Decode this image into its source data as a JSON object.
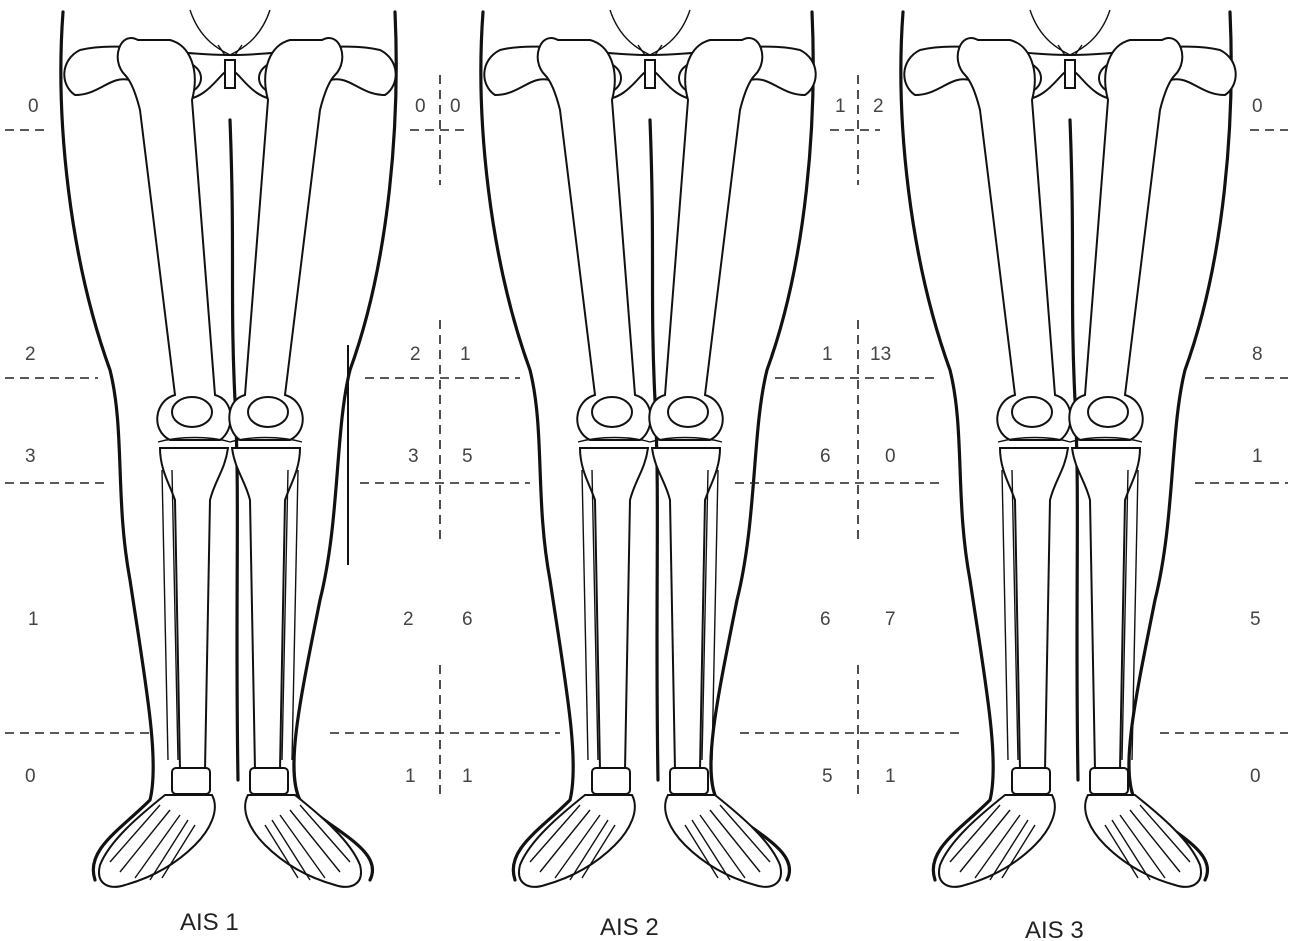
{
  "panels": [
    {
      "caption": "AIS 1",
      "left_values": [
        "0",
        "2",
        "3",
        "1",
        "0"
      ],
      "right_values": [
        "0",
        "2",
        "3",
        "2",
        "1"
      ]
    },
    {
      "caption": "AIS 2",
      "left_values": [
        "0",
        "1",
        "5",
        "6",
        "1"
      ],
      "right_values": [
        "1",
        "1",
        "6",
        "6",
        "5"
      ]
    },
    {
      "caption": "AIS 3",
      "left_values": [
        "2",
        "13",
        "0",
        "7",
        "1"
      ],
      "right_values": [
        "0",
        "8",
        "1",
        "5",
        "0"
      ]
    }
  ],
  "colors": {
    "ink": "#111111",
    "label": "#444444",
    "background": "#ffffff"
  }
}
